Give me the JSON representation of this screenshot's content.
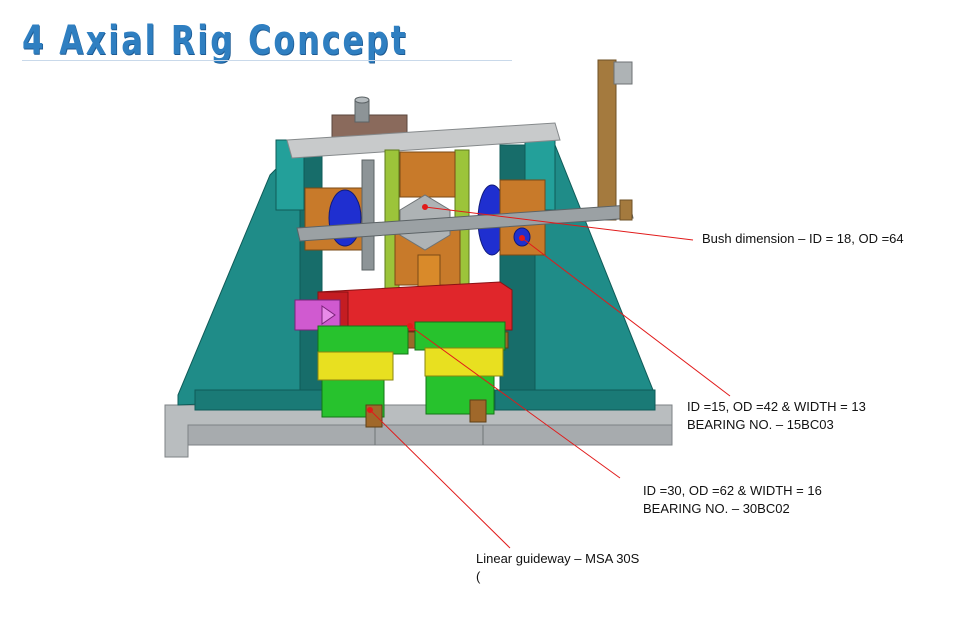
{
  "title": "4 Axial Rig Concept",
  "callouts": {
    "bush": {
      "line1": "Bush dimension – ID = 18, OD =64"
    },
    "bearing_small": {
      "line1": "ID =15, OD =42 & WIDTH = 13",
      "line2": "BEARING NO. – 15BC03"
    },
    "bearing_large": {
      "line1": "ID =30, OD =62 & WIDTH = 16",
      "line2": "BEARING NO. – 30BC02"
    },
    "guideway": {
      "line1": "Linear guideway – MSA 30S",
      "line2": "("
    }
  },
  "colors": {
    "title": "#2f7fc1",
    "frame_teal": "#1f8c88",
    "base_grey": "#b9bdbf",
    "crossbar": "#c8cacb",
    "red_block": "#e0262b",
    "green_carriage": "#27c22d",
    "yellow_block": "#e8e020",
    "bearing_blue": "#1f2fd0",
    "bronze": "#c87a2a",
    "magenta": "#d05ad0",
    "leader_line": "#e11a1a"
  }
}
